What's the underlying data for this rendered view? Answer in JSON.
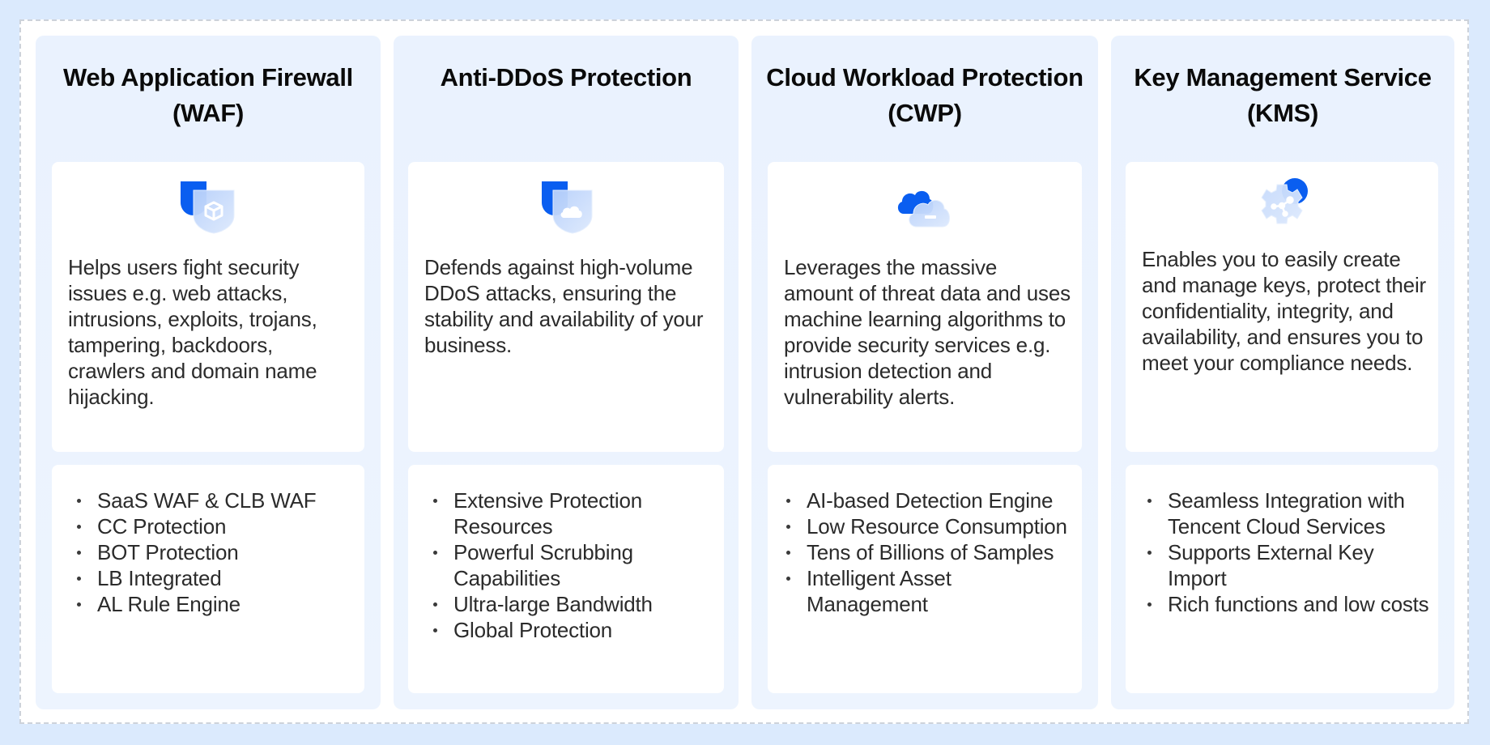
{
  "colors": {
    "page_background": "#dbeafd",
    "frame_background": "#ffffff",
    "frame_border": "#cdd2da",
    "column_background": "#eaf2fe",
    "card_background": "#ffffff",
    "icon_primary": "#0a5ef0",
    "icon_glass": "#c9dcfb",
    "title_text": "#0a0a0a",
    "body_text": "#2b2b2b"
  },
  "products": [
    {
      "title": "Web Application Firewall\n(WAF)",
      "icon": "shield-cube-icon",
      "description": "Helps users fight security issues e.g. web attacks, intrusions, exploits, trojans, tampering, backdoors, crawlers and  domain name hijacking.",
      "features": [
        "SaaS WAF & CLB WAF",
        "CC Protection",
        "BOT Protection",
        "LB Integrated",
        "AL Rule Engine"
      ]
    },
    {
      "title": "Anti-DDoS  Protection",
      "icon": "shield-cloud-icon",
      "description": "Defends against high-volume DDoS attacks, ensuring the stability and availability of your business.",
      "features": [
        "Extensive Protection Resources",
        "Powerful Scrubbing Capabilities",
        "Ultra-large Bandwidth",
        "Global Protection"
      ]
    },
    {
      "title": "Cloud Workload Protection\n(CWP)",
      "icon": "cloud-minus-icon",
      "description": "Leverages the massive amount of threat data and uses machine learning algorithms to provide security services e.g. intrusion  detection and vulnerability alerts.",
      "features": [
        "AI-based Detection Engine",
        "Low Resource Consumption",
        "Tens of Billions of Samples",
        "Intelligent Asset Management"
      ]
    },
    {
      "title": "Key Management Service\n(KMS)",
      "icon": "gear-share-icon",
      "description": "Enables you to easily create and manage keys, protect their confidentiality, integrity, and availability, and ensures you to meet your compliance needs.",
      "features": [
        "Seamless Integration with Tencent Cloud Services",
        "Supports External Key Import",
        "Rich functions and low costs"
      ]
    }
  ]
}
